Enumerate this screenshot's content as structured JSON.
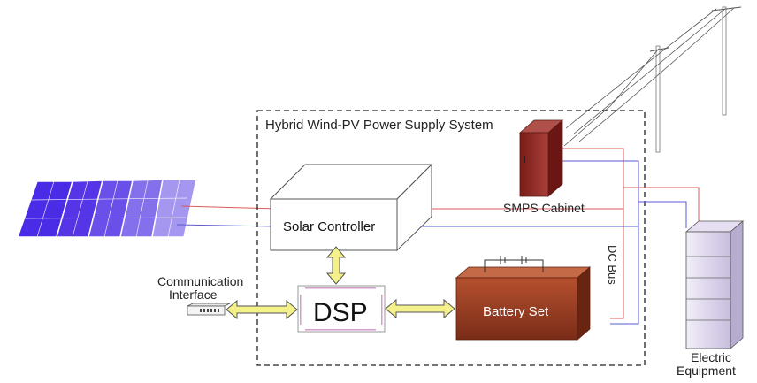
{
  "system": {
    "title": "Hybrid Wind-PV Power Supply System"
  },
  "components": {
    "solar_controller": "Solar Controller",
    "smps_cabinet": "SMPS Cabinet",
    "dsp": "DSP",
    "battery_set": "Battery Set",
    "dc_bus": "DC Bus",
    "comm_interface_line1": "Communication",
    "comm_interface_line2": "Interface",
    "electric_equipment_line1": "Electric",
    "electric_equipment_line2": "Equipment"
  },
  "colors": {
    "wire_red": "#e05a5a",
    "wire_blue": "#5a5ad6",
    "panel_blue": "#5533dd",
    "cabinet_red": "#8e2a22",
    "battery_brown": "#9a3e24",
    "arrow_yellow": "#f4f08a",
    "equipment_lavender": "#ddd4ee"
  },
  "icons": {
    "solar_array": "solar-panel-array-icon",
    "power_pole": "utility-pole-icon",
    "smps_cabinet": "smps-cabinet-icon",
    "battery": "battery-set-icon",
    "comm_device": "communication-interface-icon",
    "equipment_rack": "equipment-rack-icon"
  }
}
